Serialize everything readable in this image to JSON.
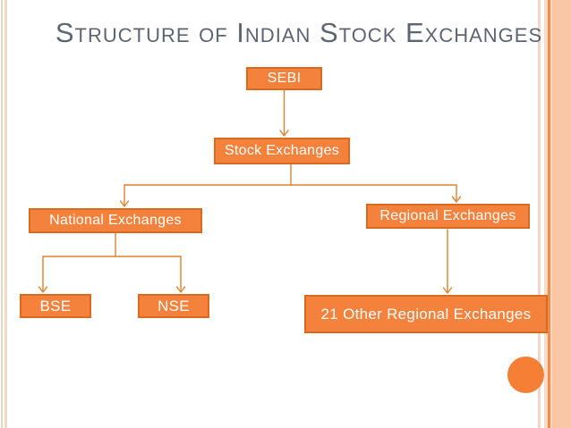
{
  "slide": {
    "title": "Structure of Indian Stock Exchanges",
    "nodes": {
      "sebi": {
        "label": "SEBI"
      },
      "stock_exchanges": {
        "label": "Stock Exchanges"
      },
      "national_exchanges": {
        "label": "National Exchanges"
      },
      "regional_exchanges": {
        "label": "Regional Exchanges"
      },
      "bse": {
        "label": "BSE"
      },
      "nse": {
        "label": "NSE"
      },
      "other_regional_exchanges": {
        "label": "21 Other Regional Exchanges"
      }
    },
    "hierarchy": [
      {
        "parent": "SEBI",
        "children": [
          "Stock Exchanges"
        ]
      },
      {
        "parent": "Stock Exchanges",
        "children": [
          "National Exchanges",
          "Regional Exchanges"
        ]
      },
      {
        "parent": "National Exchanges",
        "children": [
          "BSE",
          "NSE"
        ]
      },
      {
        "parent": "Regional Exchanges",
        "children": [
          "21 Other Regional Exchanges"
        ]
      }
    ],
    "colors": {
      "node_fill": "#f5823c",
      "node_border": "#d96b20",
      "node_text": "#ffffff",
      "connector": "#e0812d",
      "title_text": "#5c6571",
      "side_band": "#f9c7a6",
      "side_band_line": "#e98f52",
      "side_stripe": "#edd1c2",
      "accent_circle": "#f47f35"
    }
  }
}
